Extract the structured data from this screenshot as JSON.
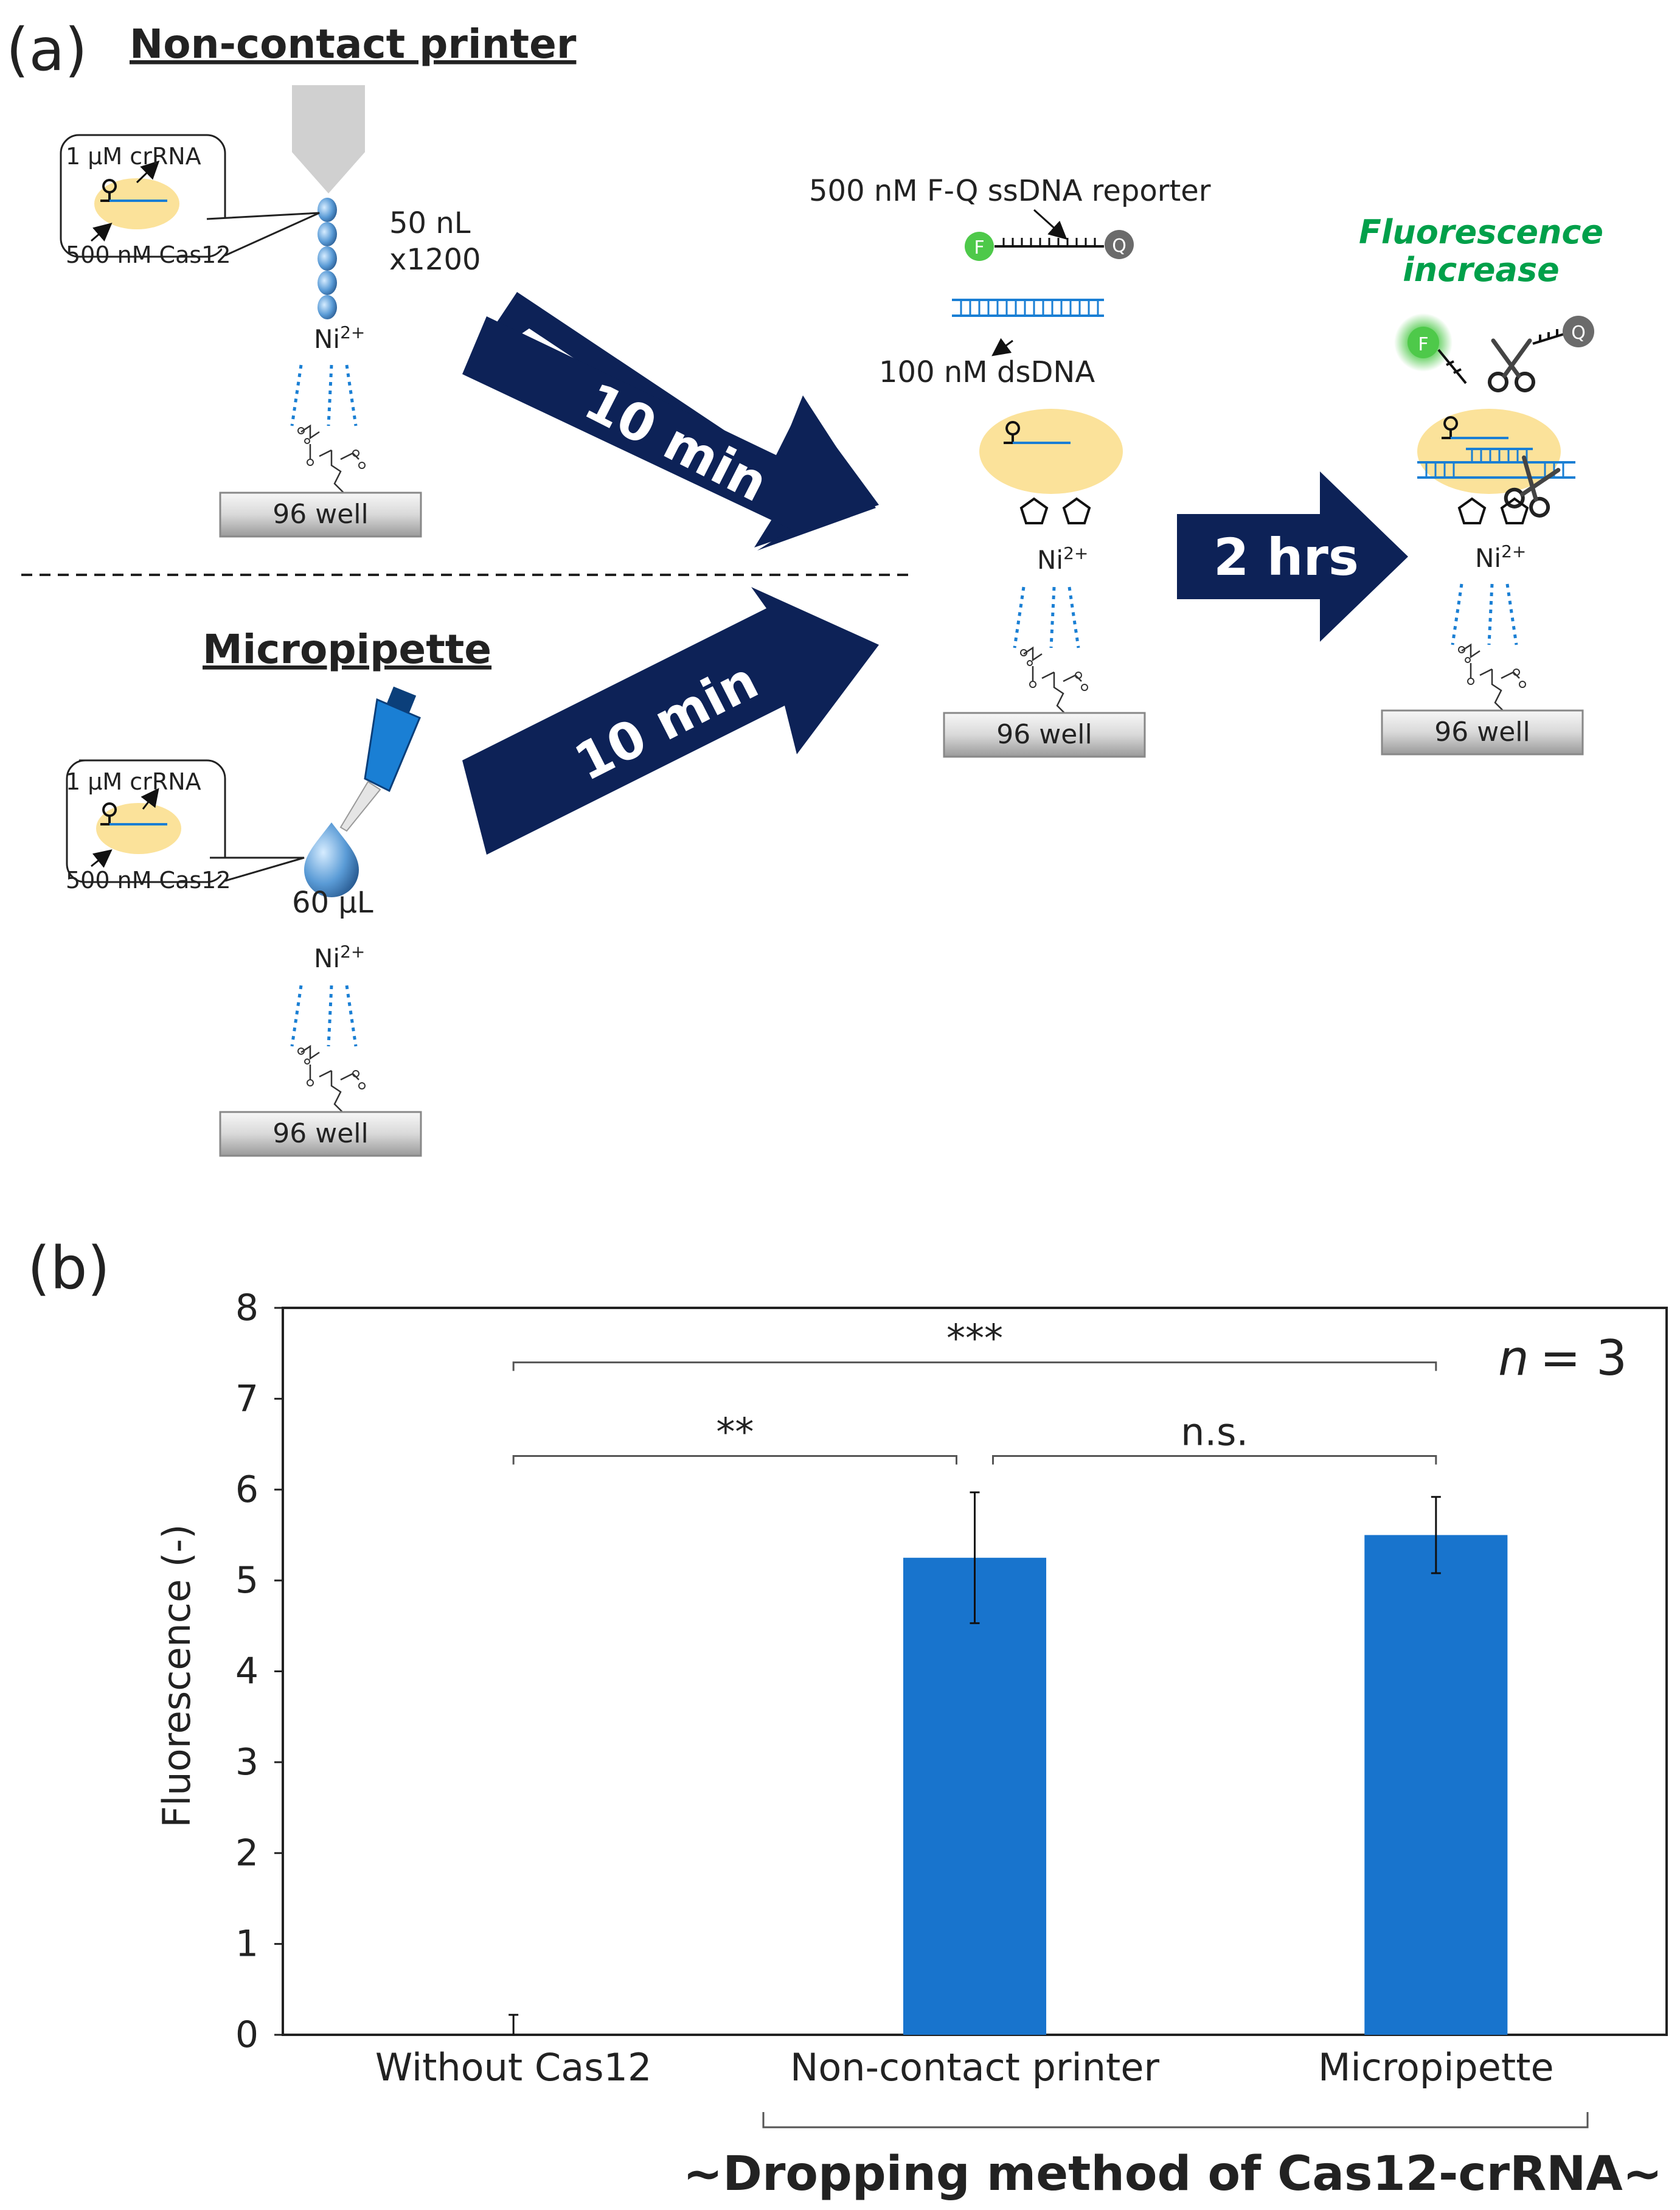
{
  "panel_a": {
    "label": "(a)",
    "printer_title": "Non-contact printer",
    "micropipette_title": "Micropipette",
    "crrna_label": "1 µM crRNA",
    "cas12_label": "500 nM Cas12",
    "drop_volume": "50 nL",
    "drop_count": "x1200",
    "pipette_volume": "60 µL",
    "ni_base": "Ni",
    "ni_charge": "2+",
    "well_label": "96 well",
    "incubation_1": "10 min",
    "incubation_2": "10 min",
    "incubation_3": "2 hrs",
    "reporter_label": "500 nM F-Q ssDNA reporter",
    "dsdna_label": "100 nM dsDNA",
    "fluorophore": "F",
    "quencher": "Q",
    "result_line1": "Fluorescence",
    "result_line2": "increase",
    "colors": {
      "arrow": "#0d2257",
      "dna": "#1a7fd4",
      "cas12": "#fbe29a",
      "fluor": "#4ec94a",
      "quench": "#6b6b6b",
      "green_text": "#00a04a"
    }
  },
  "panel_b": {
    "label": "(b)",
    "n_label": "n",
    "n_value": "= 3",
    "group_caption": "~Dropping method of Cas12-crRNA~",
    "significance": [
      {
        "label": "***",
        "from": 0,
        "to": 2
      },
      {
        "label": "**",
        "from": 0,
        "to": 1
      },
      {
        "label": "n.s.",
        "from": 1,
        "to": 2
      }
    ]
  },
  "chart_data": {
    "type": "bar",
    "categories": [
      "Without Cas12",
      "Non-contact printer",
      "Micropipette"
    ],
    "values": [
      0.0,
      5.25,
      5.5
    ],
    "errors": [
      0.22,
      0.72,
      0.42
    ],
    "ylabel": "Fluorescence (-)",
    "ylim": [
      0,
      8
    ],
    "yticks": [
      "0",
      "1",
      "2",
      "3",
      "4",
      "5",
      "6",
      "7",
      "8"
    ],
    "bar_color": "#1874cd",
    "grid": false
  }
}
